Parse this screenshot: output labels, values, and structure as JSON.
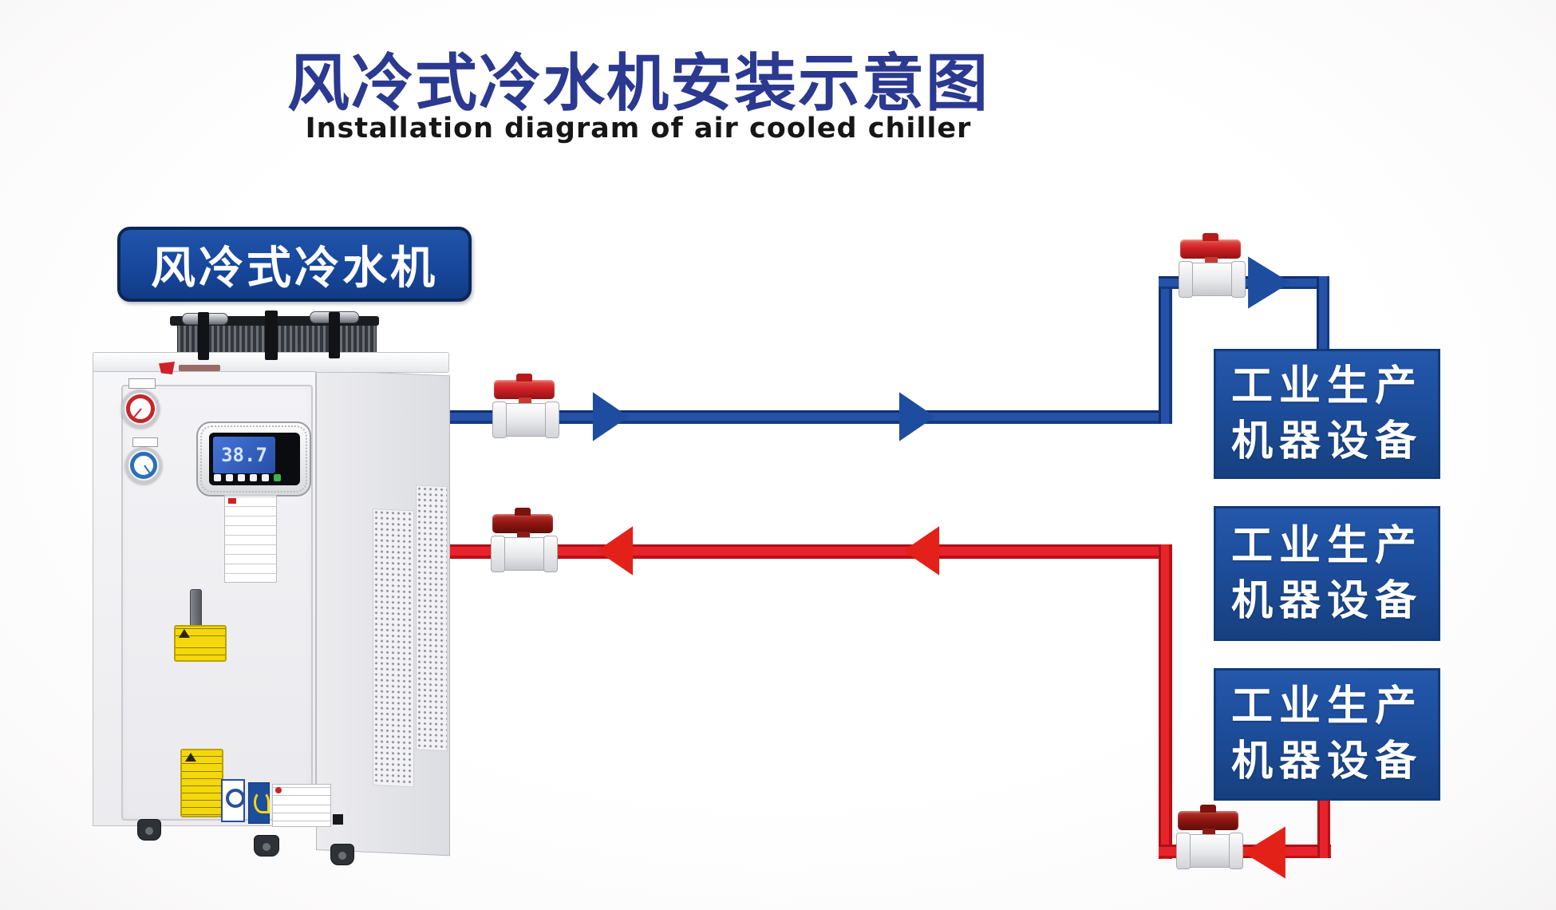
{
  "header": {
    "title": "风冷式冷水机安装示意图",
    "subtitle": "Installation diagram of air cooled chiller"
  },
  "chiller": {
    "label": "风冷式冷水机",
    "panel_display": "38.7"
  },
  "equipment_boxes": [
    {
      "line1": "工业生产",
      "line2": "机器设备"
    },
    {
      "line1": "工业生产",
      "line2": "机器设备"
    },
    {
      "line1": "工业生产",
      "line2": "机器设备"
    }
  ],
  "colors": {
    "title_text": "#2b3990",
    "supply_pipe": "#1e4c9f",
    "return_pipe": "#e32119",
    "equipment_box_bg": "#1d4d9b",
    "chiller_label_bg": "#17479c",
    "valve_handle_red": "#cf2127",
    "warning_label_yellow": "#f4d80c"
  }
}
